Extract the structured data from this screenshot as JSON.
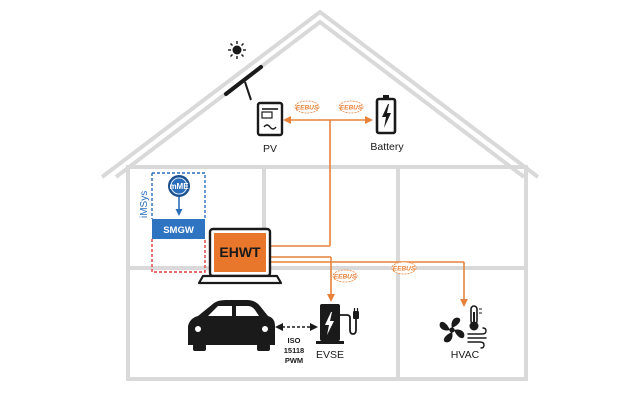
{
  "labels": {
    "pv": "PV",
    "battery": "Battery",
    "imsys": "iMSys",
    "mme": "mME",
    "smgw": "SMGW",
    "ehwt": "EHWT",
    "evse": "EVSE",
    "hvac": "HVAC",
    "iso_line1": "ISO",
    "iso_line2": "15118",
    "iso_line3": "PWM"
  },
  "badges": {
    "eebus": "EEBUS"
  },
  "colors": {
    "house": "#d9d9d9",
    "orange": "#e8823a",
    "ehwt_fill": "#e8762b",
    "blue": "#2a6ebb",
    "smgw_fill": "#2f74c0",
    "red_dash": "#e03c3c",
    "dark": "#1a1a1a"
  },
  "icons": [
    "sun-icon",
    "solar-panel-icon",
    "inverter-icon",
    "battery-icon",
    "laptop-icon",
    "car-icon",
    "ev-charger-icon",
    "fan-icon",
    "thermometer-icon"
  ]
}
